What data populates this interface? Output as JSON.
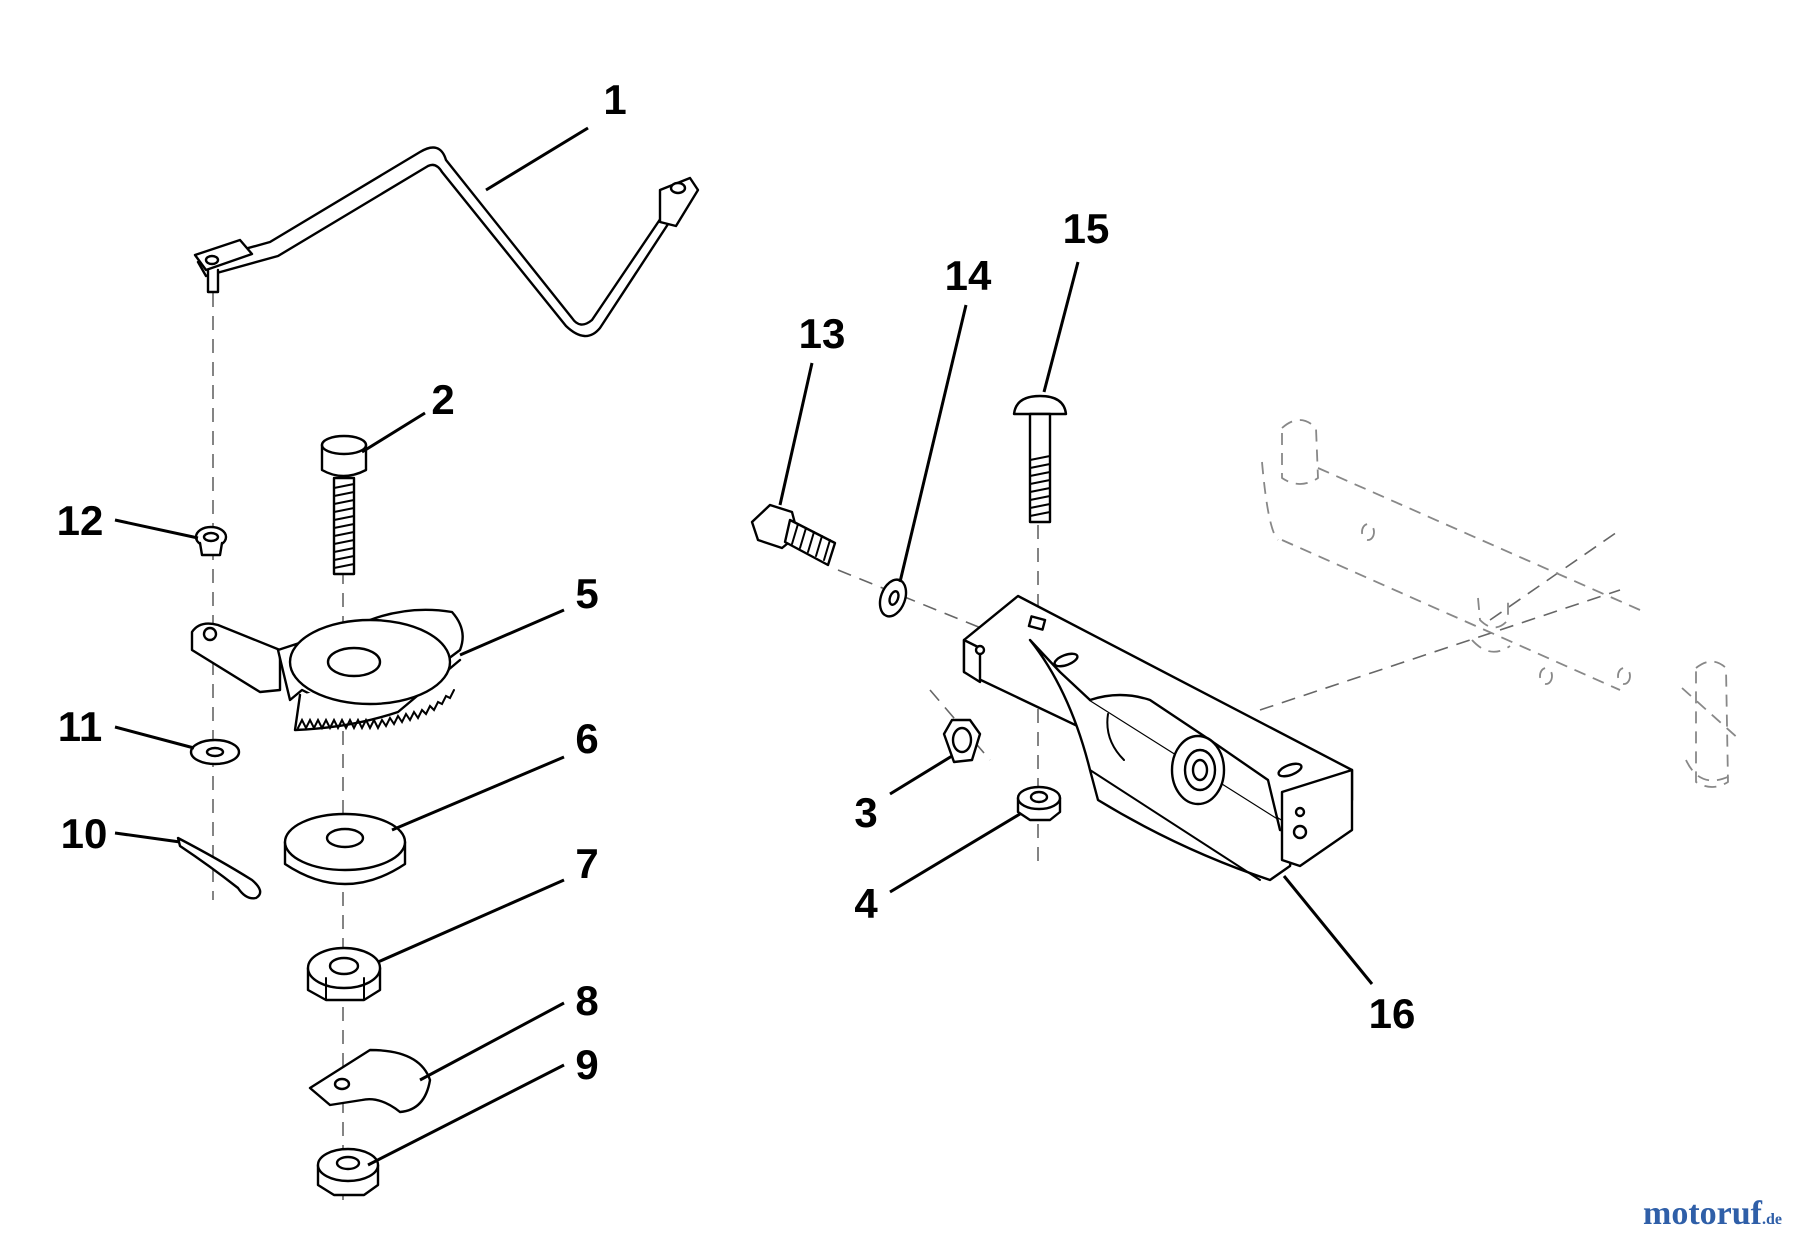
{
  "diagram": {
    "callouts": [
      {
        "id": "1",
        "label": "1"
      },
      {
        "id": "2",
        "label": "2"
      },
      {
        "id": "3",
        "label": "3"
      },
      {
        "id": "4",
        "label": "4"
      },
      {
        "id": "5",
        "label": "5"
      },
      {
        "id": "6",
        "label": "6"
      },
      {
        "id": "7",
        "label": "7"
      },
      {
        "id": "8",
        "label": "8"
      },
      {
        "id": "9",
        "label": "9"
      },
      {
        "id": "10",
        "label": "10"
      },
      {
        "id": "11",
        "label": "11"
      },
      {
        "id": "12",
        "label": "12"
      },
      {
        "id": "13",
        "label": "13"
      },
      {
        "id": "14",
        "label": "14"
      },
      {
        "id": "15",
        "label": "15"
      },
      {
        "id": "16",
        "label": "16"
      }
    ]
  },
  "watermark": {
    "main": "motoruf",
    "suffix": ".de"
  },
  "colors": {
    "line": "#000000",
    "phantom": "#888888",
    "watermark": "#2f5fa8",
    "background": "#ffffff"
  }
}
